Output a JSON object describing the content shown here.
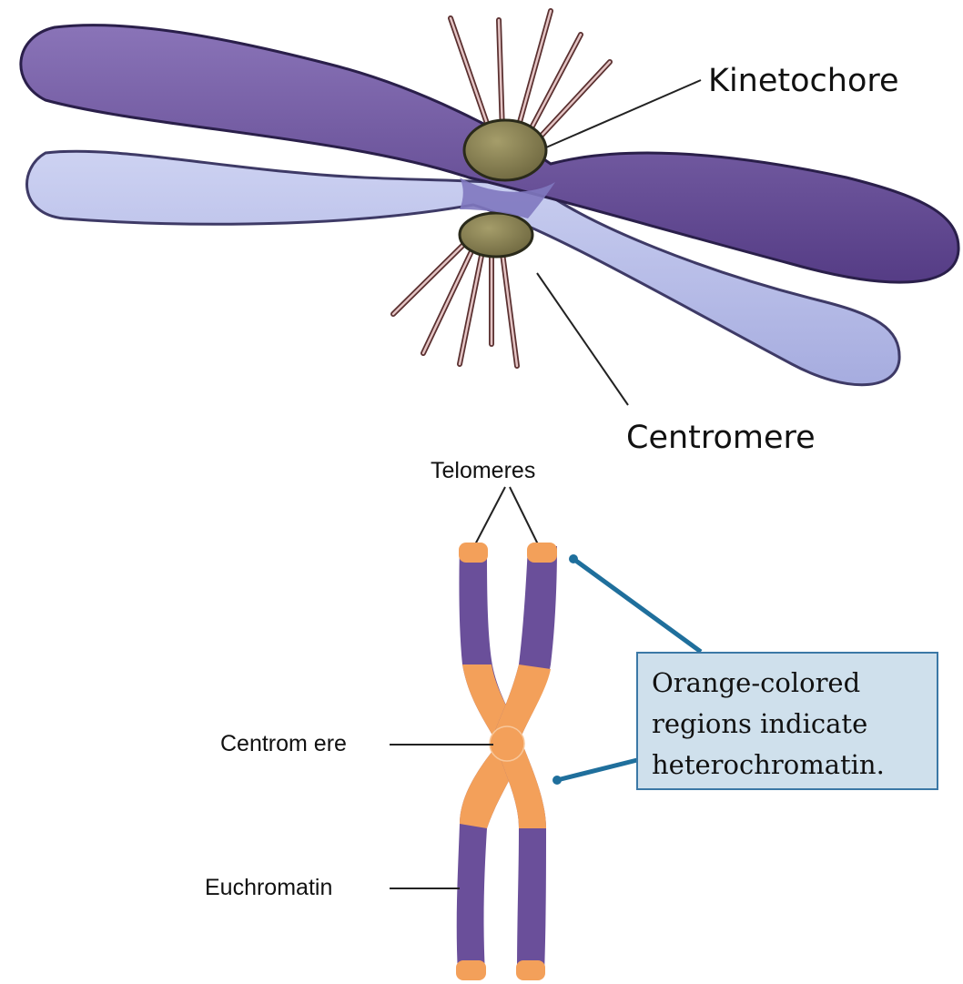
{
  "labels": {
    "kinetochore": "Kinetochore",
    "centromere_top": "Centromere",
    "telomeres": "Telomeres",
    "centromere_bottom": "Centrom ere",
    "euchromatin": "Euchromatin"
  },
  "note": {
    "line1": "Orange-colored",
    "line2": "regions indicate",
    "line3": "heterochromatin."
  },
  "colors": {
    "dark_chromatid": "#6b4f99",
    "light_chromatid": "#b9bfe8",
    "kinetochore": "#8c8456",
    "euchromatin": "#6a4f9a",
    "heterochromatin": "#f3a05a",
    "callout_box": "#cfe0ec",
    "callout_pointer": "#1f6f9c"
  }
}
